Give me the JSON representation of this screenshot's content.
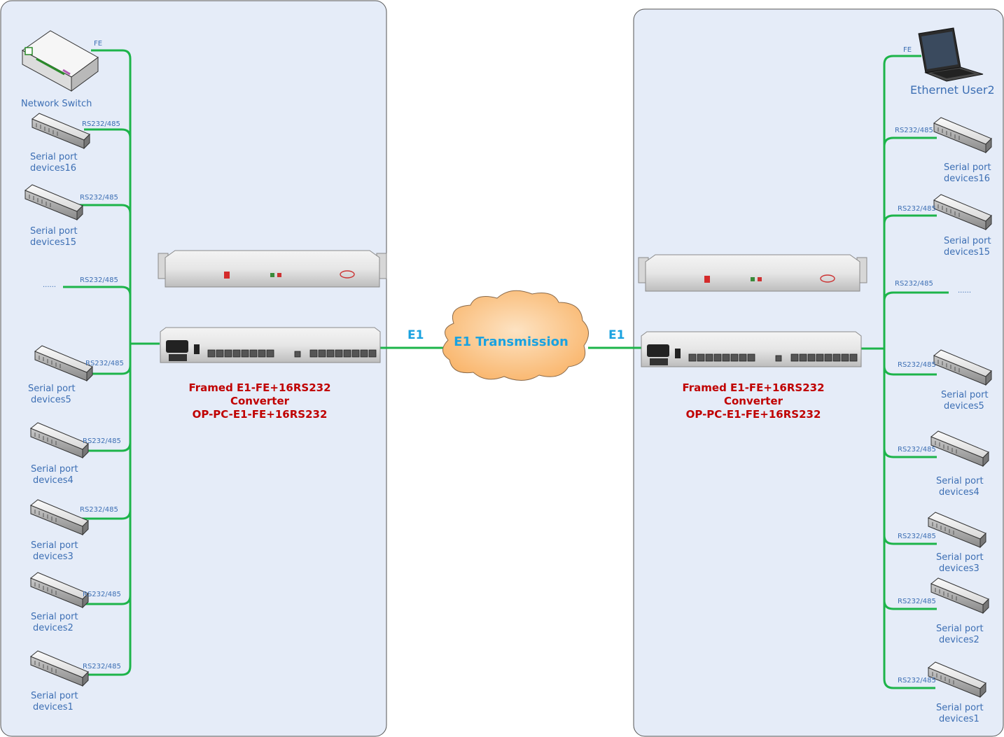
{
  "left": {
    "switch": {
      "label": "Network Switch",
      "port": "FE"
    },
    "devices": [
      {
        "line1": "Serial port",
        "line2": "devices16",
        "port": "RS232/485"
      },
      {
        "line1": "Serial port",
        "line2": "devices15",
        "port": "RS232/485"
      },
      {
        "line1": "",
        "line2": "",
        "port": "RS232/485",
        "ellipsis": "......"
      },
      {
        "line1": "Serial port",
        "line2": "devices5",
        "port": "RS232/485"
      },
      {
        "line1": "Serial port",
        "line2": "devices4",
        "port": "RS232/485"
      },
      {
        "line1": "Serial port",
        "line2": "devices3",
        "port": "RS232/485"
      },
      {
        "line1": "Serial port",
        "line2": "devices2",
        "port": "RS232/485"
      },
      {
        "line1": "Serial port",
        "line2": "devices1",
        "port": "RS232/485"
      }
    ],
    "converter": {
      "line1": "Framed E1-FE+16RS232",
      "line2": "Converter",
      "line3": "OP-PC-E1-FE+16RS232"
    },
    "e1": "E1"
  },
  "cloud": {
    "label": "E1 Transmission"
  },
  "right": {
    "user": {
      "label": "Ethernet User2",
      "port": "FE"
    },
    "devices": [
      {
        "line1": "Serial port",
        "line2": "devices16",
        "port": "RS232/485"
      },
      {
        "line1": "Serial port",
        "line2": "devices15",
        "port": "RS232/485"
      },
      {
        "line1": "",
        "line2": "",
        "port": "RS232/485",
        "ellipsis": "......"
      },
      {
        "line1": "Serial port",
        "line2": "devices5",
        "port": "RS232/485"
      },
      {
        "line1": "Serial port",
        "line2": "devices4",
        "port": "RS232/485"
      },
      {
        "line1": "Serial port",
        "line2": "devices3",
        "port": "RS232/485"
      },
      {
        "line1": "Serial port",
        "line2": "devices2",
        "port": "RS232/485"
      },
      {
        "line1": "Serial port",
        "line2": "devices1",
        "port": "RS232/485"
      }
    ],
    "converter": {
      "line1": "Framed E1-FE+16RS232",
      "line2": "Converter",
      "line3": "OP-PC-E1-FE+16RS232"
    },
    "e1": "E1"
  },
  "colors": {
    "panel": "#e5ecf8",
    "line": "#1db44a",
    "label_blue": "#3d6fb4",
    "converter_red": "#c00000",
    "e1_cyan": "#1aa2e0",
    "cloud": "#fbc98e"
  },
  "icons": [
    "network-switch-icon",
    "serial-device-icon",
    "rack-unit-icon",
    "cloud-icon",
    "laptop-icon"
  ]
}
